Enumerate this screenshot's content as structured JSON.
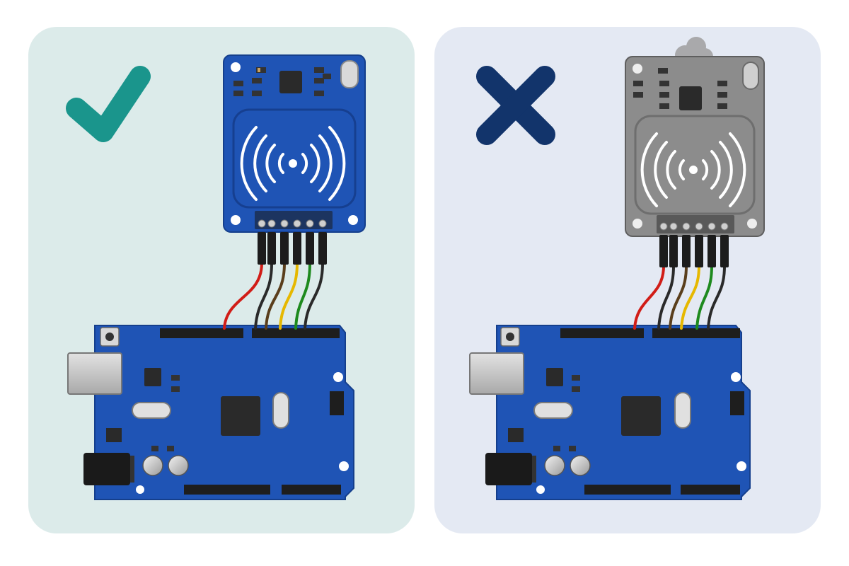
{
  "panels": [
    {
      "id": "correct",
      "verdict": "correct",
      "status_icon": "check-mark-icon",
      "background": "#dcebea",
      "icon_color": "#1a958c",
      "rfid_module": {
        "state": "working",
        "board_color": "#1f54b5",
        "chip_smoking": false
      },
      "arduino_board": {
        "board_color": "#1f54b5"
      },
      "wires": [
        "#d11d17",
        "#2a2a2a",
        "#5a3e1c",
        "#e6b800",
        "#1e8a1e",
        "#2a2a2a"
      ]
    },
    {
      "id": "incorrect",
      "verdict": "incorrect",
      "status_icon": "cross-mark-icon",
      "background": "#e4e9f3",
      "icon_color": "#12346b",
      "rfid_module": {
        "state": "burnt",
        "board_color": "#8c8c8c",
        "chip_smoking": true
      },
      "arduino_board": {
        "board_color": "#1f54b5"
      },
      "wires": [
        "#d11d17",
        "#2a2a2a",
        "#5a3e1c",
        "#e6b800",
        "#1e8a1e",
        "#2a2a2a"
      ]
    }
  ]
}
